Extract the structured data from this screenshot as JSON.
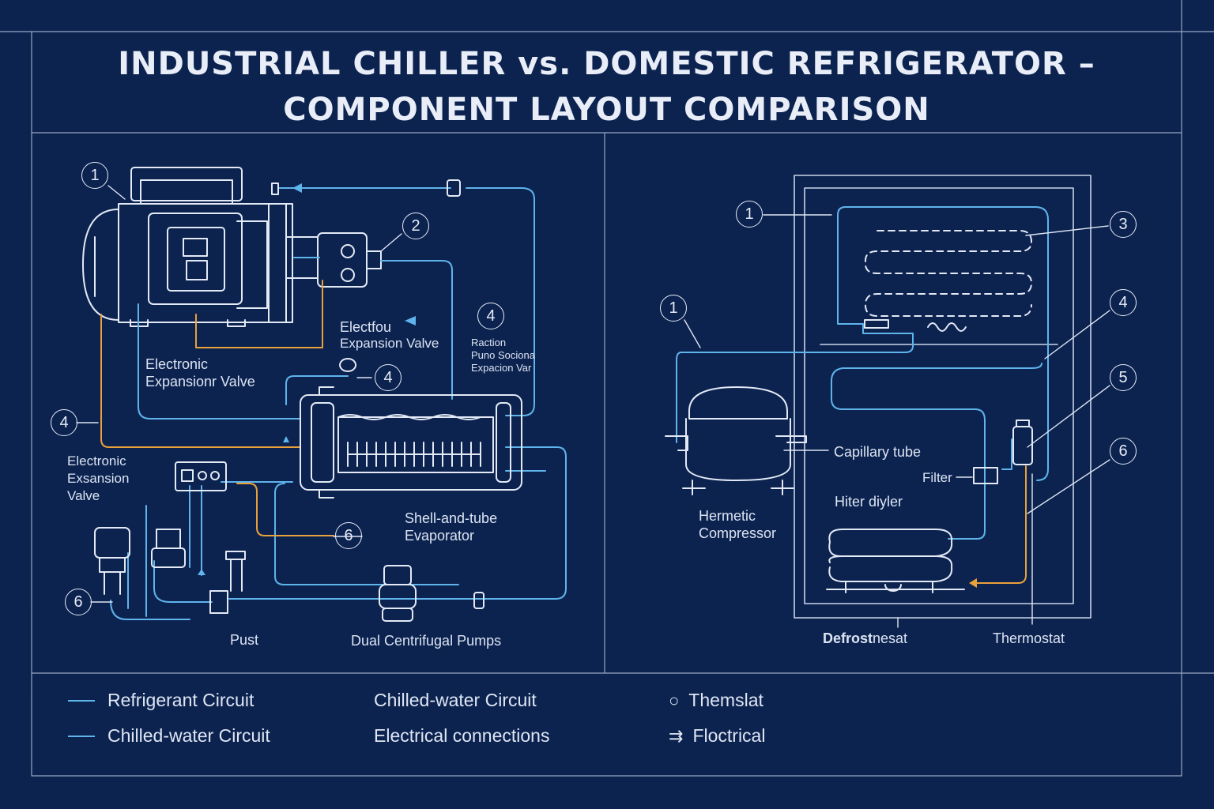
{
  "title": {
    "line1": "INDUSTRIAL CHILLER vs. DOMESTIC REFRIGERATOR  –",
    "line2": "COMPONENT LAYOUT COMPARISON"
  },
  "chiller": {
    "markers": [
      "1",
      "2",
      "4",
      "4",
      "4",
      "6",
      "6"
    ],
    "labels": {
      "electfou": "Electfou",
      "expansion_valve_upper": "Expansion Valve",
      "electronic_expansionr": "Electronic\nExpansionr Valve",
      "reaction": "Raction\nPuno Sociona\nExpacion Var",
      "electronic_exsansion": "Electronic\nExsansion\nValve",
      "evaporator": "Shell-and-tube\nEvaporator",
      "pust": "Pust",
      "pumps": "Dual Centrifugal Pumps"
    }
  },
  "refrigerator": {
    "markers": [
      "1",
      "1",
      "3",
      "4",
      "5",
      "6"
    ],
    "labels": {
      "capillary": "Capillary tube",
      "filter": "Filter",
      "hiter": "Hiter  diyler",
      "compressor": "Hermetic\nCompressor",
      "defrost_bold": "Defrost",
      "defrost_rest": "nesat",
      "thermostat": "Thermostat"
    }
  },
  "legend": {
    "col1": [
      "Refrigerant Circuit",
      "Chilled-water Circuit"
    ],
    "col2": [
      "Chilled-water Circuit",
      "Electrical connections"
    ],
    "col3": [
      "Themslat",
      "Floctrical"
    ],
    "col3_symbols": [
      "○",
      "⇉"
    ]
  },
  "colors": {
    "background": "#0c2350",
    "line": "#dfe6f3",
    "refrigerant": "#5fb4ec",
    "electrical": "#e9a13b"
  }
}
